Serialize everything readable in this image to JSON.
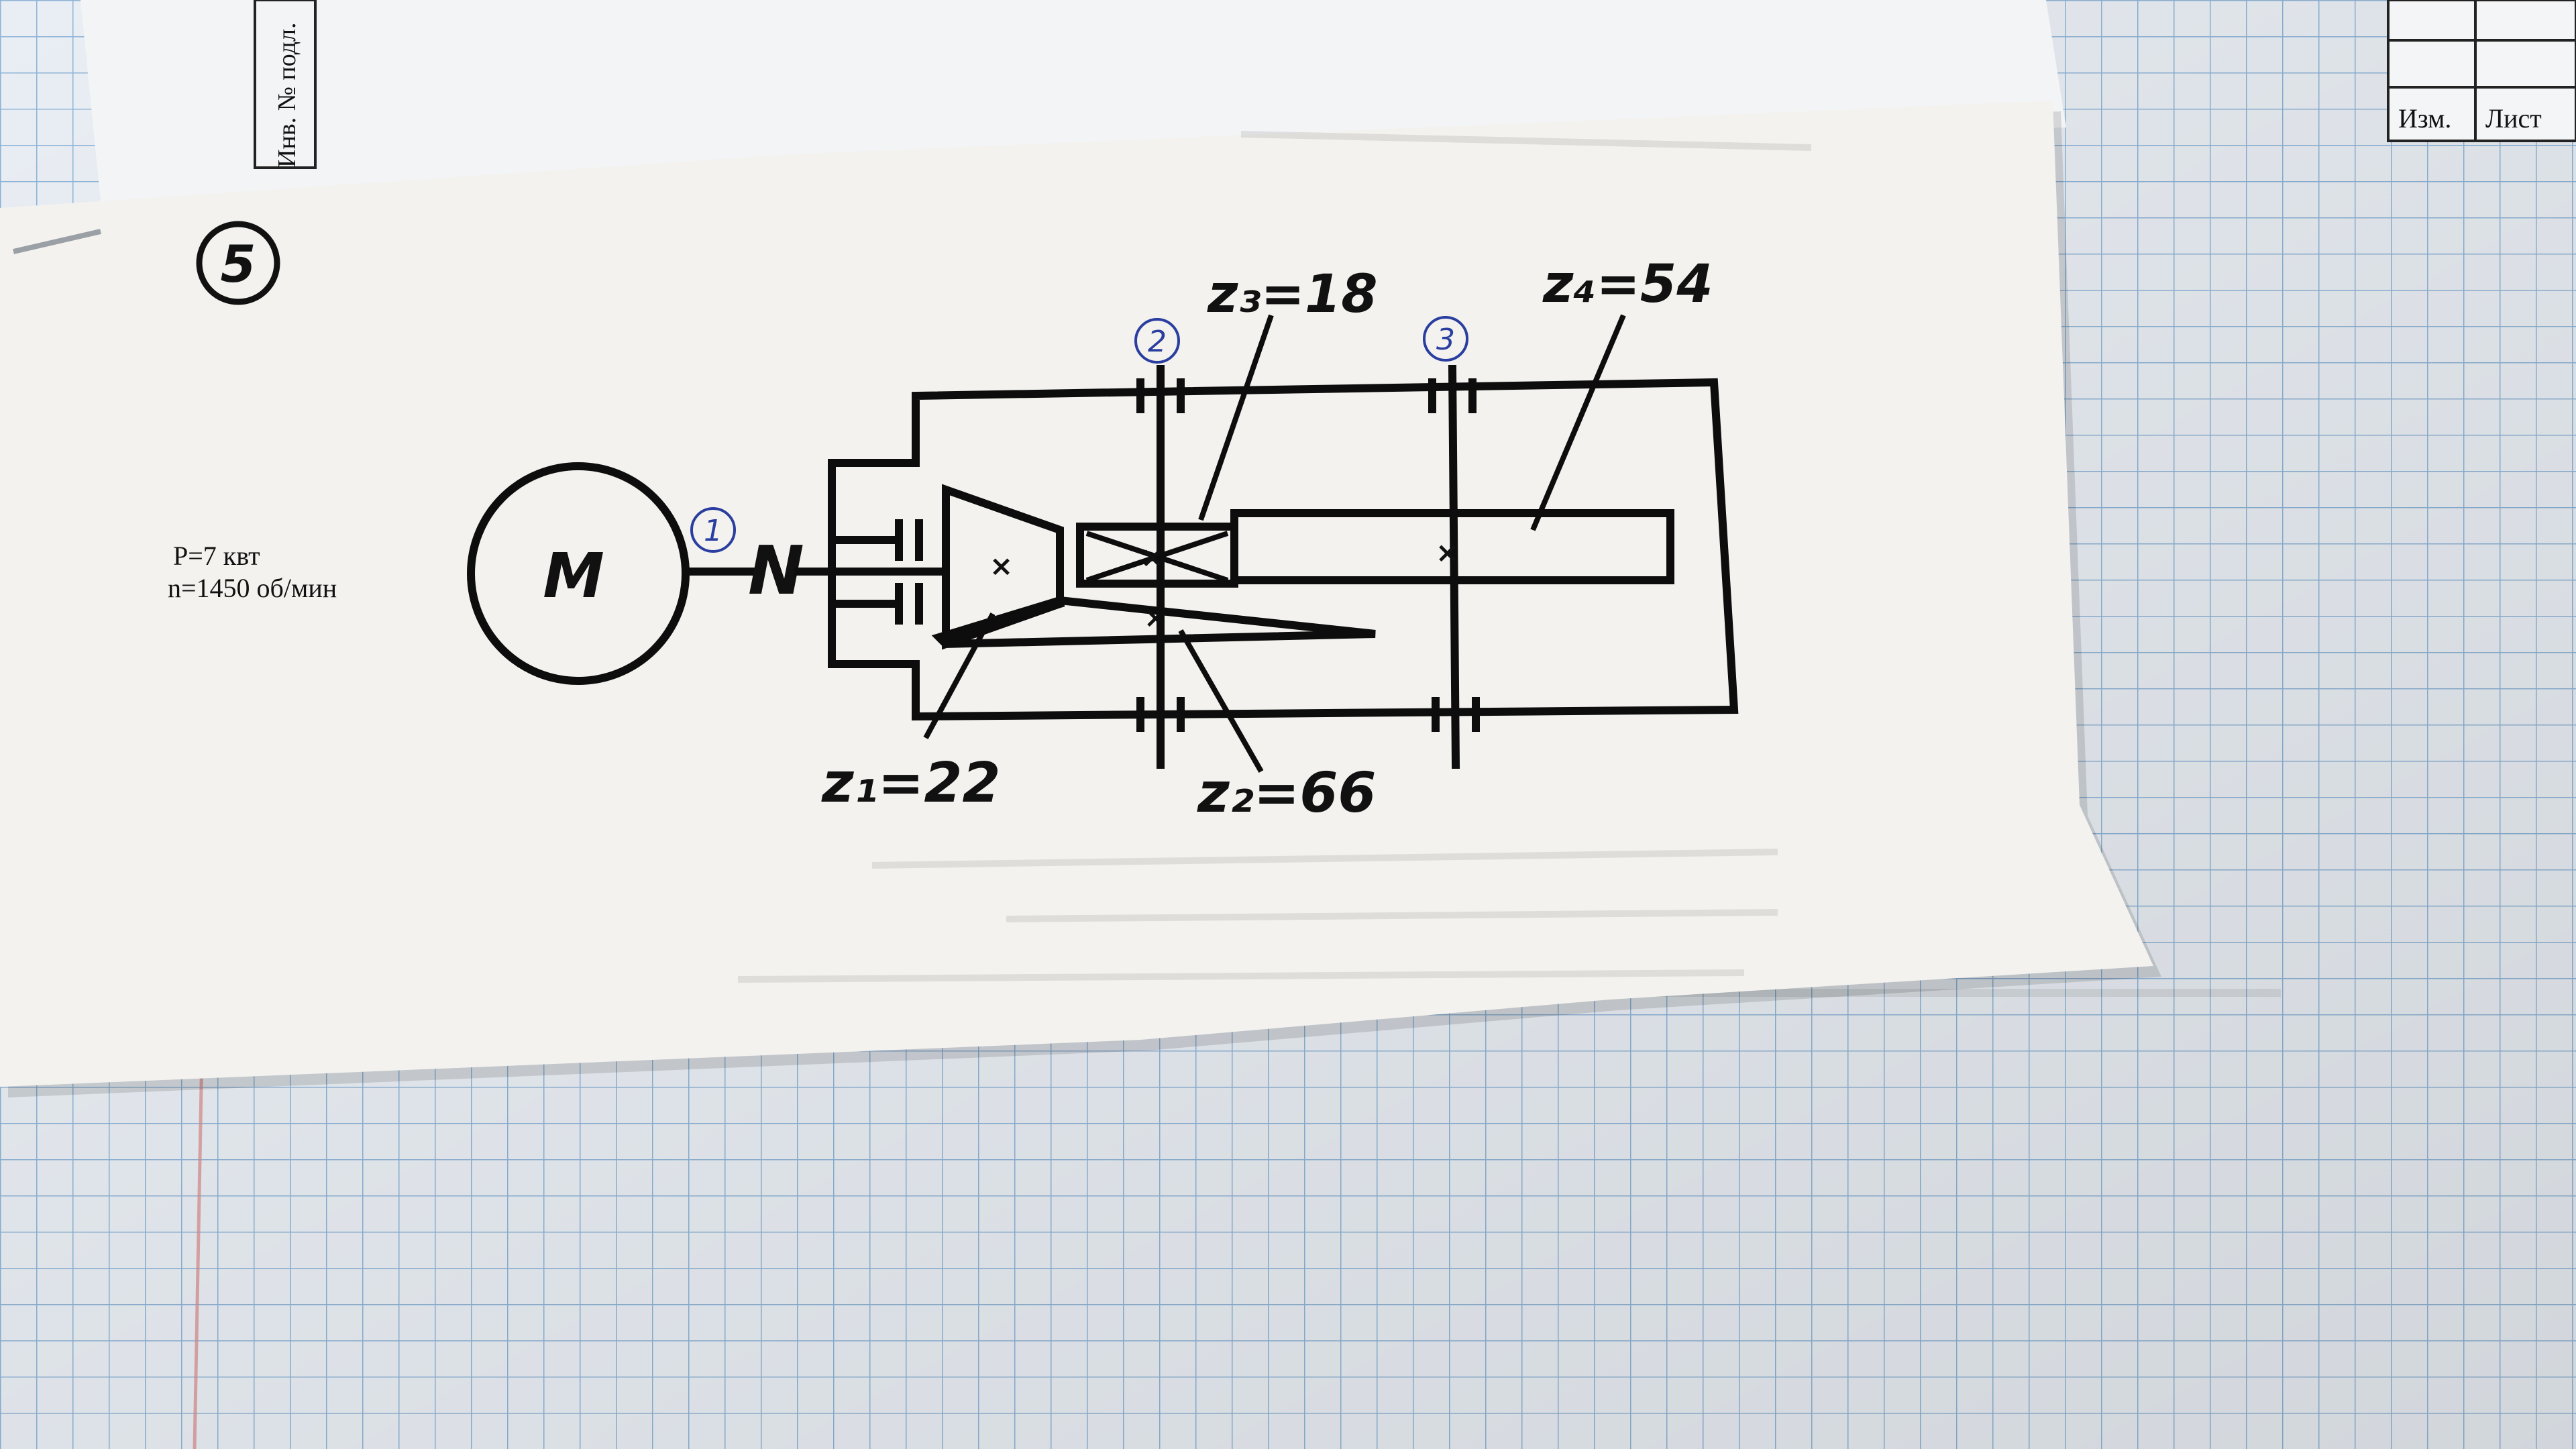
{
  "sheet": {
    "badge": "5",
    "params": {
      "power": "P=7 квт",
      "speed": "n=1450 об/мин"
    },
    "motor": "M",
    "coupling": "N",
    "shafts": [
      "1",
      "2",
      "3"
    ],
    "gears": {
      "z1": "z₁=22",
      "z2": "z₂=66",
      "z3": "z₃=18",
      "z4": "z₄=54"
    }
  },
  "background_doc": {
    "margin_label": "Инв. № подл.",
    "table_headers": [
      "Изм.",
      "Лист"
    ]
  },
  "colors": {
    "ink": "#0d0d0d",
    "paper": "#f3f2ee",
    "grid": "#8eb3d6",
    "pen_blue": "#2a3ea0"
  }
}
